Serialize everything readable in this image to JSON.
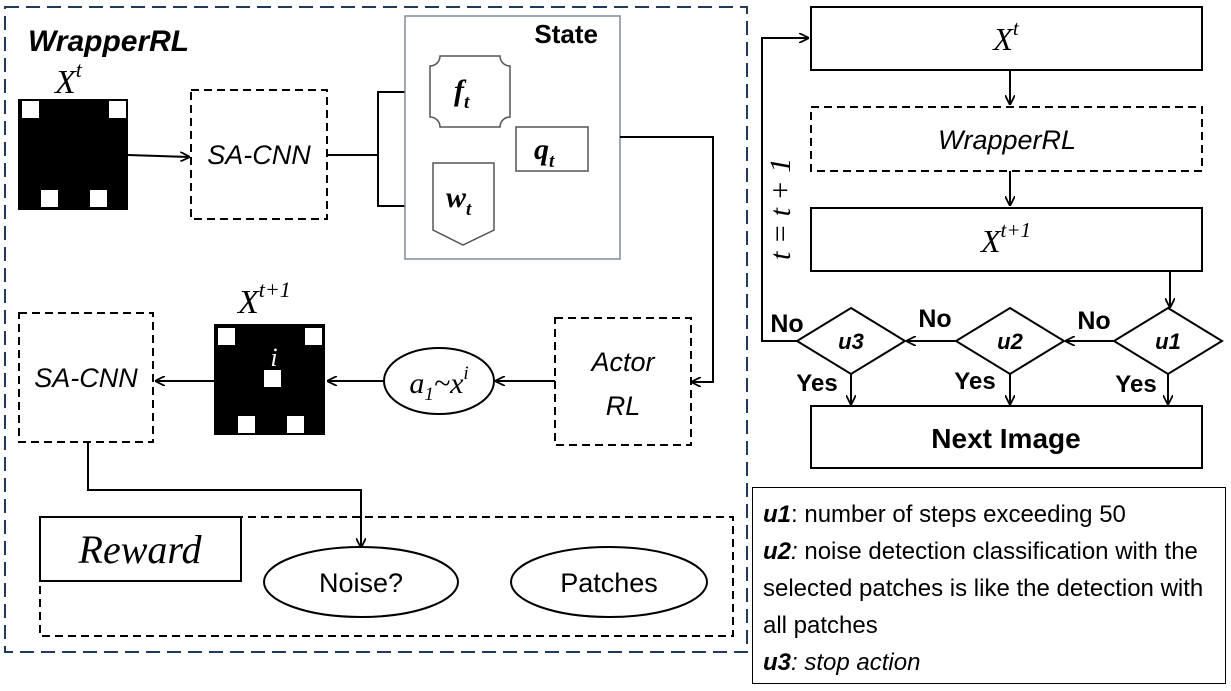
{
  "wrapper": {
    "title": "WrapperRL",
    "state_title": "State",
    "input_image_label": "X",
    "input_image_sup": "t",
    "next_image_label": "X",
    "next_image_sup": "t+1",
    "patch_index": "i",
    "sa_cnn_top": "SA-CNN",
    "sa_cnn_bottom": "SA-CNN",
    "state_f": "f",
    "state_f_sub": "t",
    "state_q": "q",
    "state_q_sub": "t",
    "state_w": "w",
    "state_w_sub": "t",
    "actor_line1": "Actor",
    "actor_line2": "RL",
    "action_a": "a",
    "action_sub": "1",
    "action_tilde": "~",
    "action_x": "x",
    "action_sup": "i",
    "reward": "Reward",
    "noise": "Noise?",
    "patches": "Patches"
  },
  "flow": {
    "xt_label": "X",
    "xt_sup": "t",
    "wrapper_box": "WrapperRL",
    "xt1_label": "X",
    "xt1_sup": "t+1",
    "update_rule": "t = t + 1",
    "next_image": "Next Image",
    "u1": "u1",
    "u2": "u2",
    "u3": "u3",
    "no_1": "No",
    "no_2": "No",
    "no_3": "No",
    "yes_1": "Yes",
    "yes_2": "Yes",
    "yes_3": "Yes"
  },
  "legend": {
    "u1_key": "u1",
    "u1_text": ": number of steps exceeding 50",
    "u2_key": "u2",
    "u2_colon": ":",
    "u2_text": " noise detection classification with the selected patches is like the detection with all patches",
    "u3_key": "u3",
    "u3_text": ": stop action"
  },
  "colors": {
    "outer_border": "#1f3a5a",
    "state_border": "#7f8c99",
    "stroke": "#000000"
  }
}
